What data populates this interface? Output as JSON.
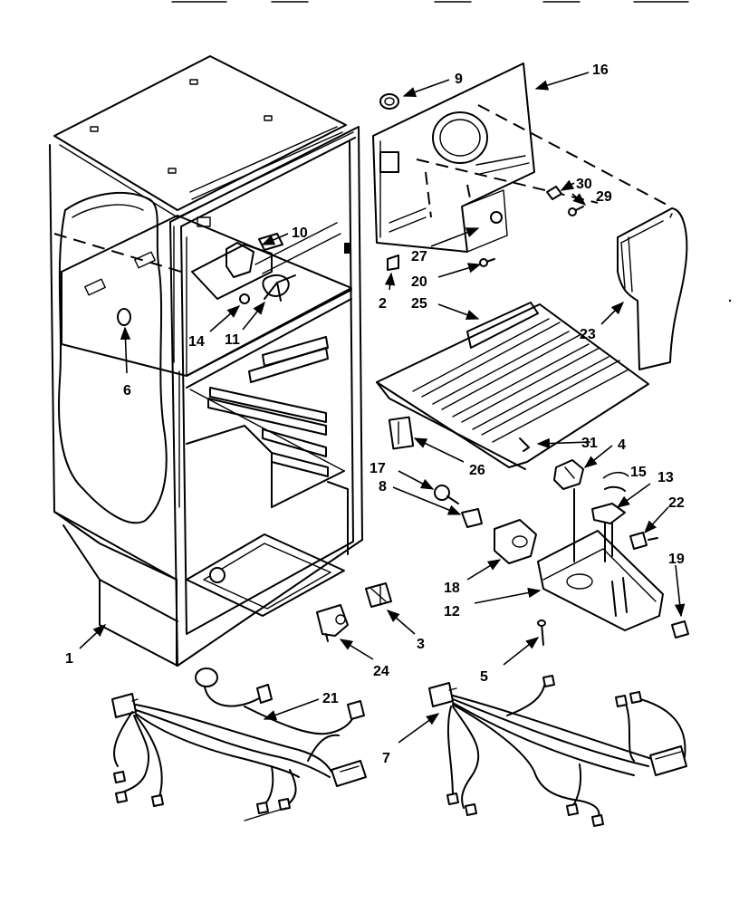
{
  "callouts": {
    "c1": "1",
    "c2": "2",
    "c3": "3",
    "c4": "4",
    "c5": "5",
    "c6": "6",
    "c7": "7",
    "c8": "8",
    "c9": "9",
    "c10": "10",
    "c11": "11",
    "c12": "12",
    "c13": "13",
    "c14": "14",
    "c15": "15",
    "c16": "16",
    "c17": "17",
    "c18": "18",
    "c19": "19",
    "c20": "20",
    "c21": "21",
    "c22": "22",
    "c23": "23",
    "c24": "24",
    "c25": "25",
    "c26": "26",
    "c27": "27",
    "c29": "29",
    "c30": "30",
    "c31": "31"
  }
}
